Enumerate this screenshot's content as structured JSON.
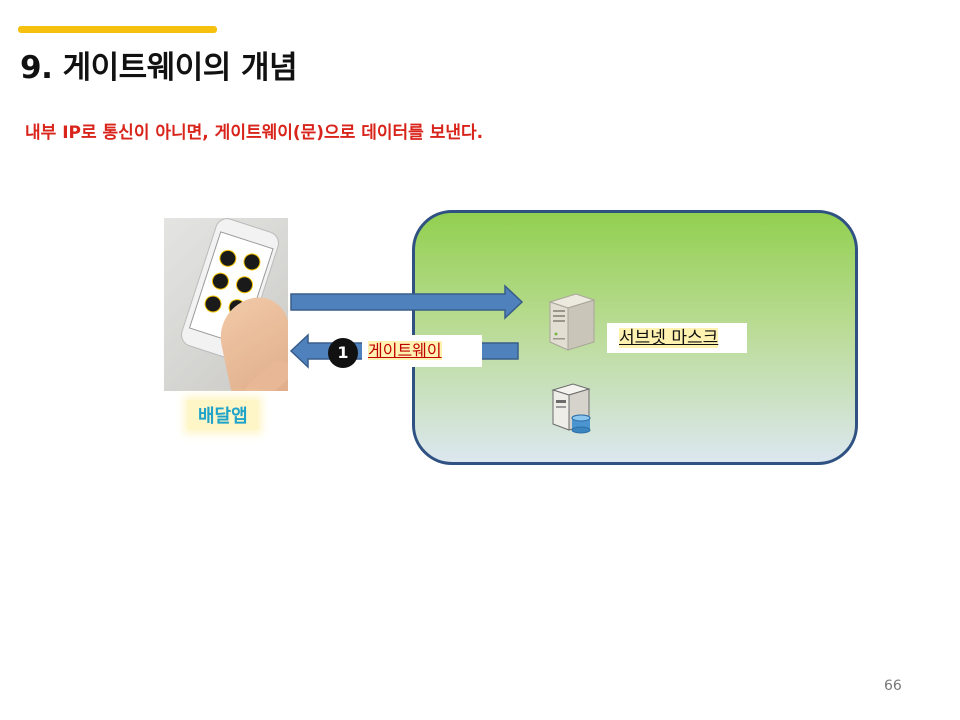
{
  "slide": {
    "title": "9. 게이트웨이의 개념",
    "subtitle": "내부 IP로 통신이 아니면, 게이트웨이(문)으로 데이터를 보낸다.",
    "page_number": "66"
  },
  "diagram": {
    "client_caption": "배달앱",
    "step_number": "1",
    "gateway_label": "게이트웨이",
    "subnet_label": "서브넷 마스크"
  },
  "colors": {
    "accent": "#f6c10e",
    "subtitle_red": "#d9241b",
    "arrow_blue": "#4f81bd",
    "network_border": "#2f5283",
    "network_fill_top": "#92d050"
  },
  "icons": {
    "server": "server-tower-icon",
    "database": "database-server-icon",
    "phone": "phone-in-hand-photo"
  }
}
